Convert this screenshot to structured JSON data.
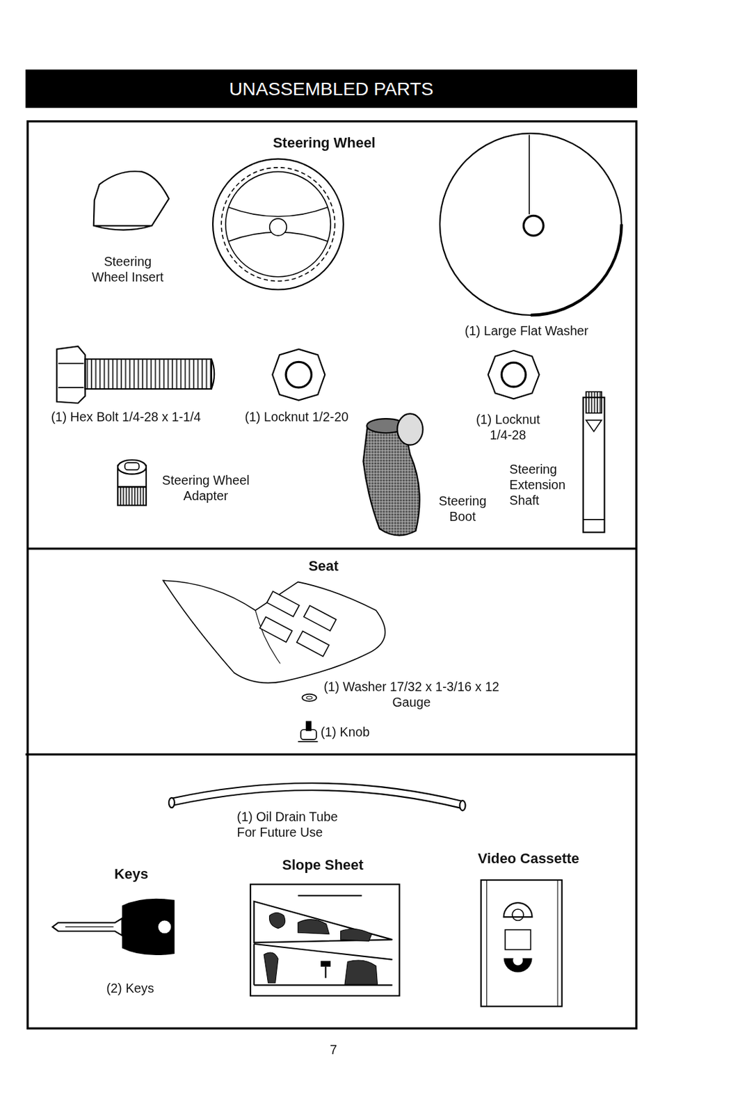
{
  "diagram": {
    "title": "UNASSEMBLED PARTS",
    "labels": [
      "Steering Wheel",
      "Steering Wheel Insert",
      "(1) Large Flat Washer",
      "(1) Hex Bolt 1/4-28 x 1-1/4",
      "(1) Locknut 1/2-20",
      "(1) Locknut 1/4-28",
      "Steering Wheel Adapter",
      "Steering Boot",
      "Steering Extension Shaft",
      "Seat",
      "(1) Washer 17/32 x 1-3/16 x 12 Gauge",
      "(1) Knob",
      "(1) Oil Drain Tube For Future Use",
      "Keys",
      "(2) Keys",
      "Slope Sheet",
      "Video Cassette",
      "7"
    ]
  }
}
